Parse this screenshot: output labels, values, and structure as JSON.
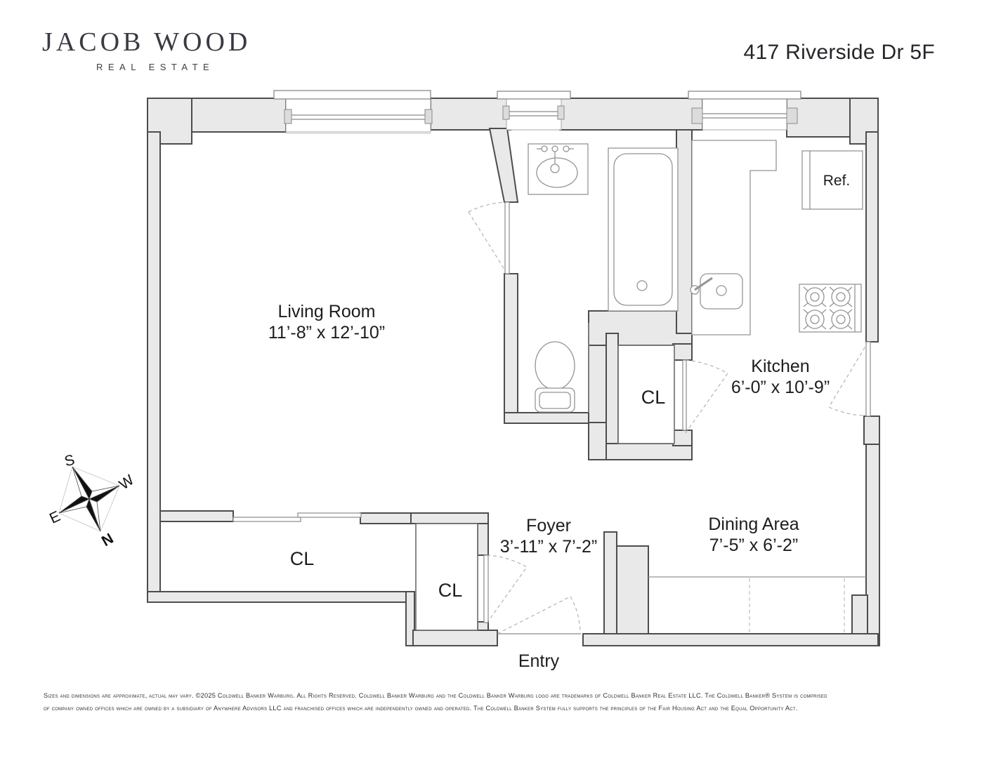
{
  "brand": {
    "name": "JACOB WOOD",
    "tagline": "REAL ESTATE"
  },
  "title": "417 Riverside Dr 5F",
  "rooms": {
    "living": {
      "name": "Living Room",
      "dims": "11’-8” x 12’-10”"
    },
    "kitchen": {
      "name": "Kitchen",
      "dims": "6’-0” x 10’-9”"
    },
    "foyer": {
      "name": "Foyer",
      "dims": "3’-11” x 7’-2”"
    },
    "dining": {
      "name": "Dining Area",
      "dims": "7’-5” x 6’-2”"
    }
  },
  "labels": {
    "entry": "Entry",
    "closet_long": "CL",
    "closet_foyer": "CL",
    "closet_mid": "CL",
    "fridge": "Ref."
  },
  "compass": {
    "n": "N",
    "s": "S",
    "e": "E",
    "w": "W"
  },
  "disclaimer": {
    "line1": "Sizes and dimensions are approximate, actual may vary.  ©2025 Coldwell Banker Warburg. All Rights Reserved. Coldwell Banker Warburg and the Coldwell Banker Warburg logo are trademarks of Coldwell Banker Real Estate LLC. The Coldwell Banker® System is  comprised",
    "line2": "of company owned offices which are owned by a subsidiary of Anywhere Advisors LLC and franchised offices which are independently owned and operated. The Coldwell Banker System fully supports the principles of the Fair Housing Act and the Equal Opportunity Act."
  },
  "colors": {
    "wall_fill": "#e9e9e9",
    "wall_stroke": "#4d4d4d",
    "fixture_stroke": "#949494",
    "door_arc": "#b3b3b3",
    "text": "#1c1c1c"
  }
}
